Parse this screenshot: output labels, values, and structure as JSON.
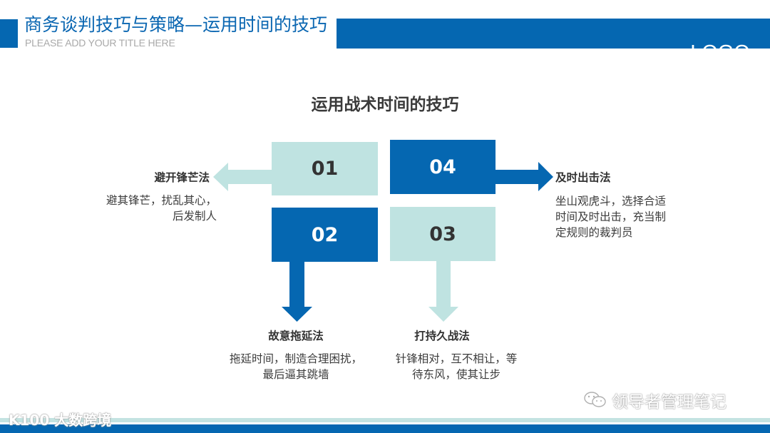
{
  "header": {
    "title": "商务谈判技巧与策略—运用时间的技巧",
    "subtitle": "PLEASE ADD YOUR TITLE HERE",
    "logo": "LOGO"
  },
  "main": {
    "title": "运用战术时间的技巧",
    "boxes": [
      {
        "number": "01",
        "style": "light",
        "arrow": "left",
        "heading": "避开锋芒法",
        "body": [
          "避其锋芒，扰乱其心，",
          "后发制人"
        ]
      },
      {
        "number": "02",
        "style": "dark",
        "arrow": "down",
        "heading": "故意拖延法",
        "body": [
          "拖延时间，制造合理困扰，",
          "最后逼其跳墙"
        ]
      },
      {
        "number": "03",
        "style": "light",
        "arrow": "down",
        "heading": "打持久战法",
        "body": [
          "针锋相对，互不相让，等",
          "待东风，使其让步"
        ]
      },
      {
        "number": "04",
        "style": "dark",
        "arrow": "right",
        "heading": "及时出击法",
        "body": [
          "坐山观虎斗，选择合适",
          "时间及时出击，充当制",
          "定规则的裁判员"
        ]
      }
    ]
  },
  "watermarks": {
    "left": "K100 大数跨境",
    "right": "领导者管理笔记",
    "right_icon": "wechat-icon"
  },
  "colors": {
    "dark_blue": "#0567b1",
    "light_teal": "#bfe3e1",
    "text_dark": "#333333",
    "subtitle_gray": "#a9a9a9"
  }
}
